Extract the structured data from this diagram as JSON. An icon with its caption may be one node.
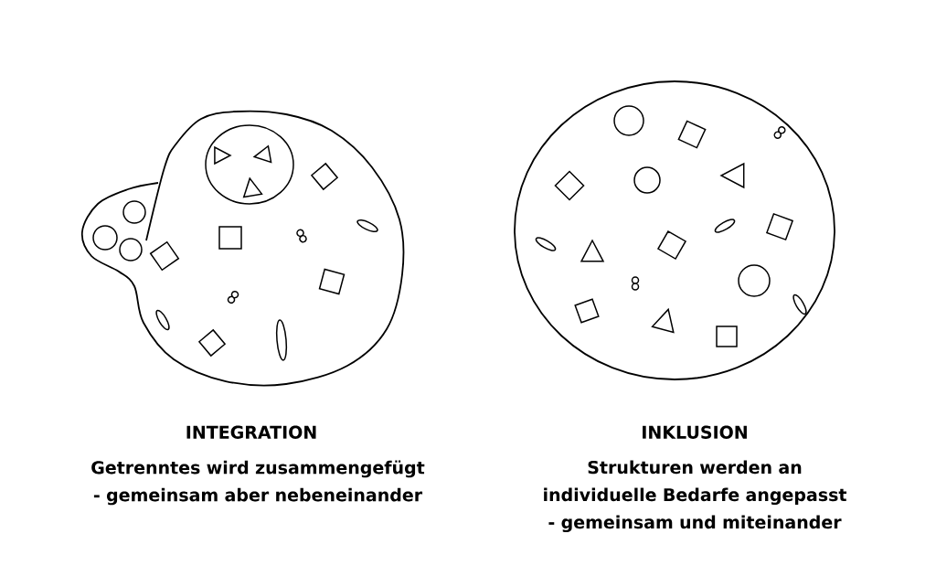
{
  "diagram": {
    "labels": [
      "INTEGRATION",
      "Getrenntes wird zusammengefügt - gemeinsam aber nebeneinander",
      "INKLUSION",
      "Strukturen werden an individuelle Bedarfe angepasst - gemeinsam und miteinander"
    ]
  }
}
